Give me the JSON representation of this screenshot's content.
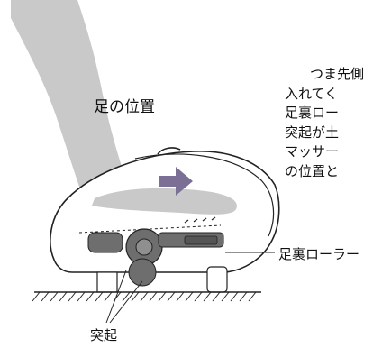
{
  "labels": {
    "foot_position": "足の位置",
    "foot_roller": "足裏ローラー",
    "protrusion": "突起"
  },
  "instructions": [
    "つま先側",
    "入れてく",
    "足裏ロー",
    "突起が土",
    "マッサー",
    "の位置と"
  ],
  "colors": {
    "leg_fill": "#c9c9c9",
    "device_outline": "#222222",
    "roller_fill": "#6e6e6e",
    "arrow_fill": "#7b6f96",
    "floor_line": "#222222"
  }
}
